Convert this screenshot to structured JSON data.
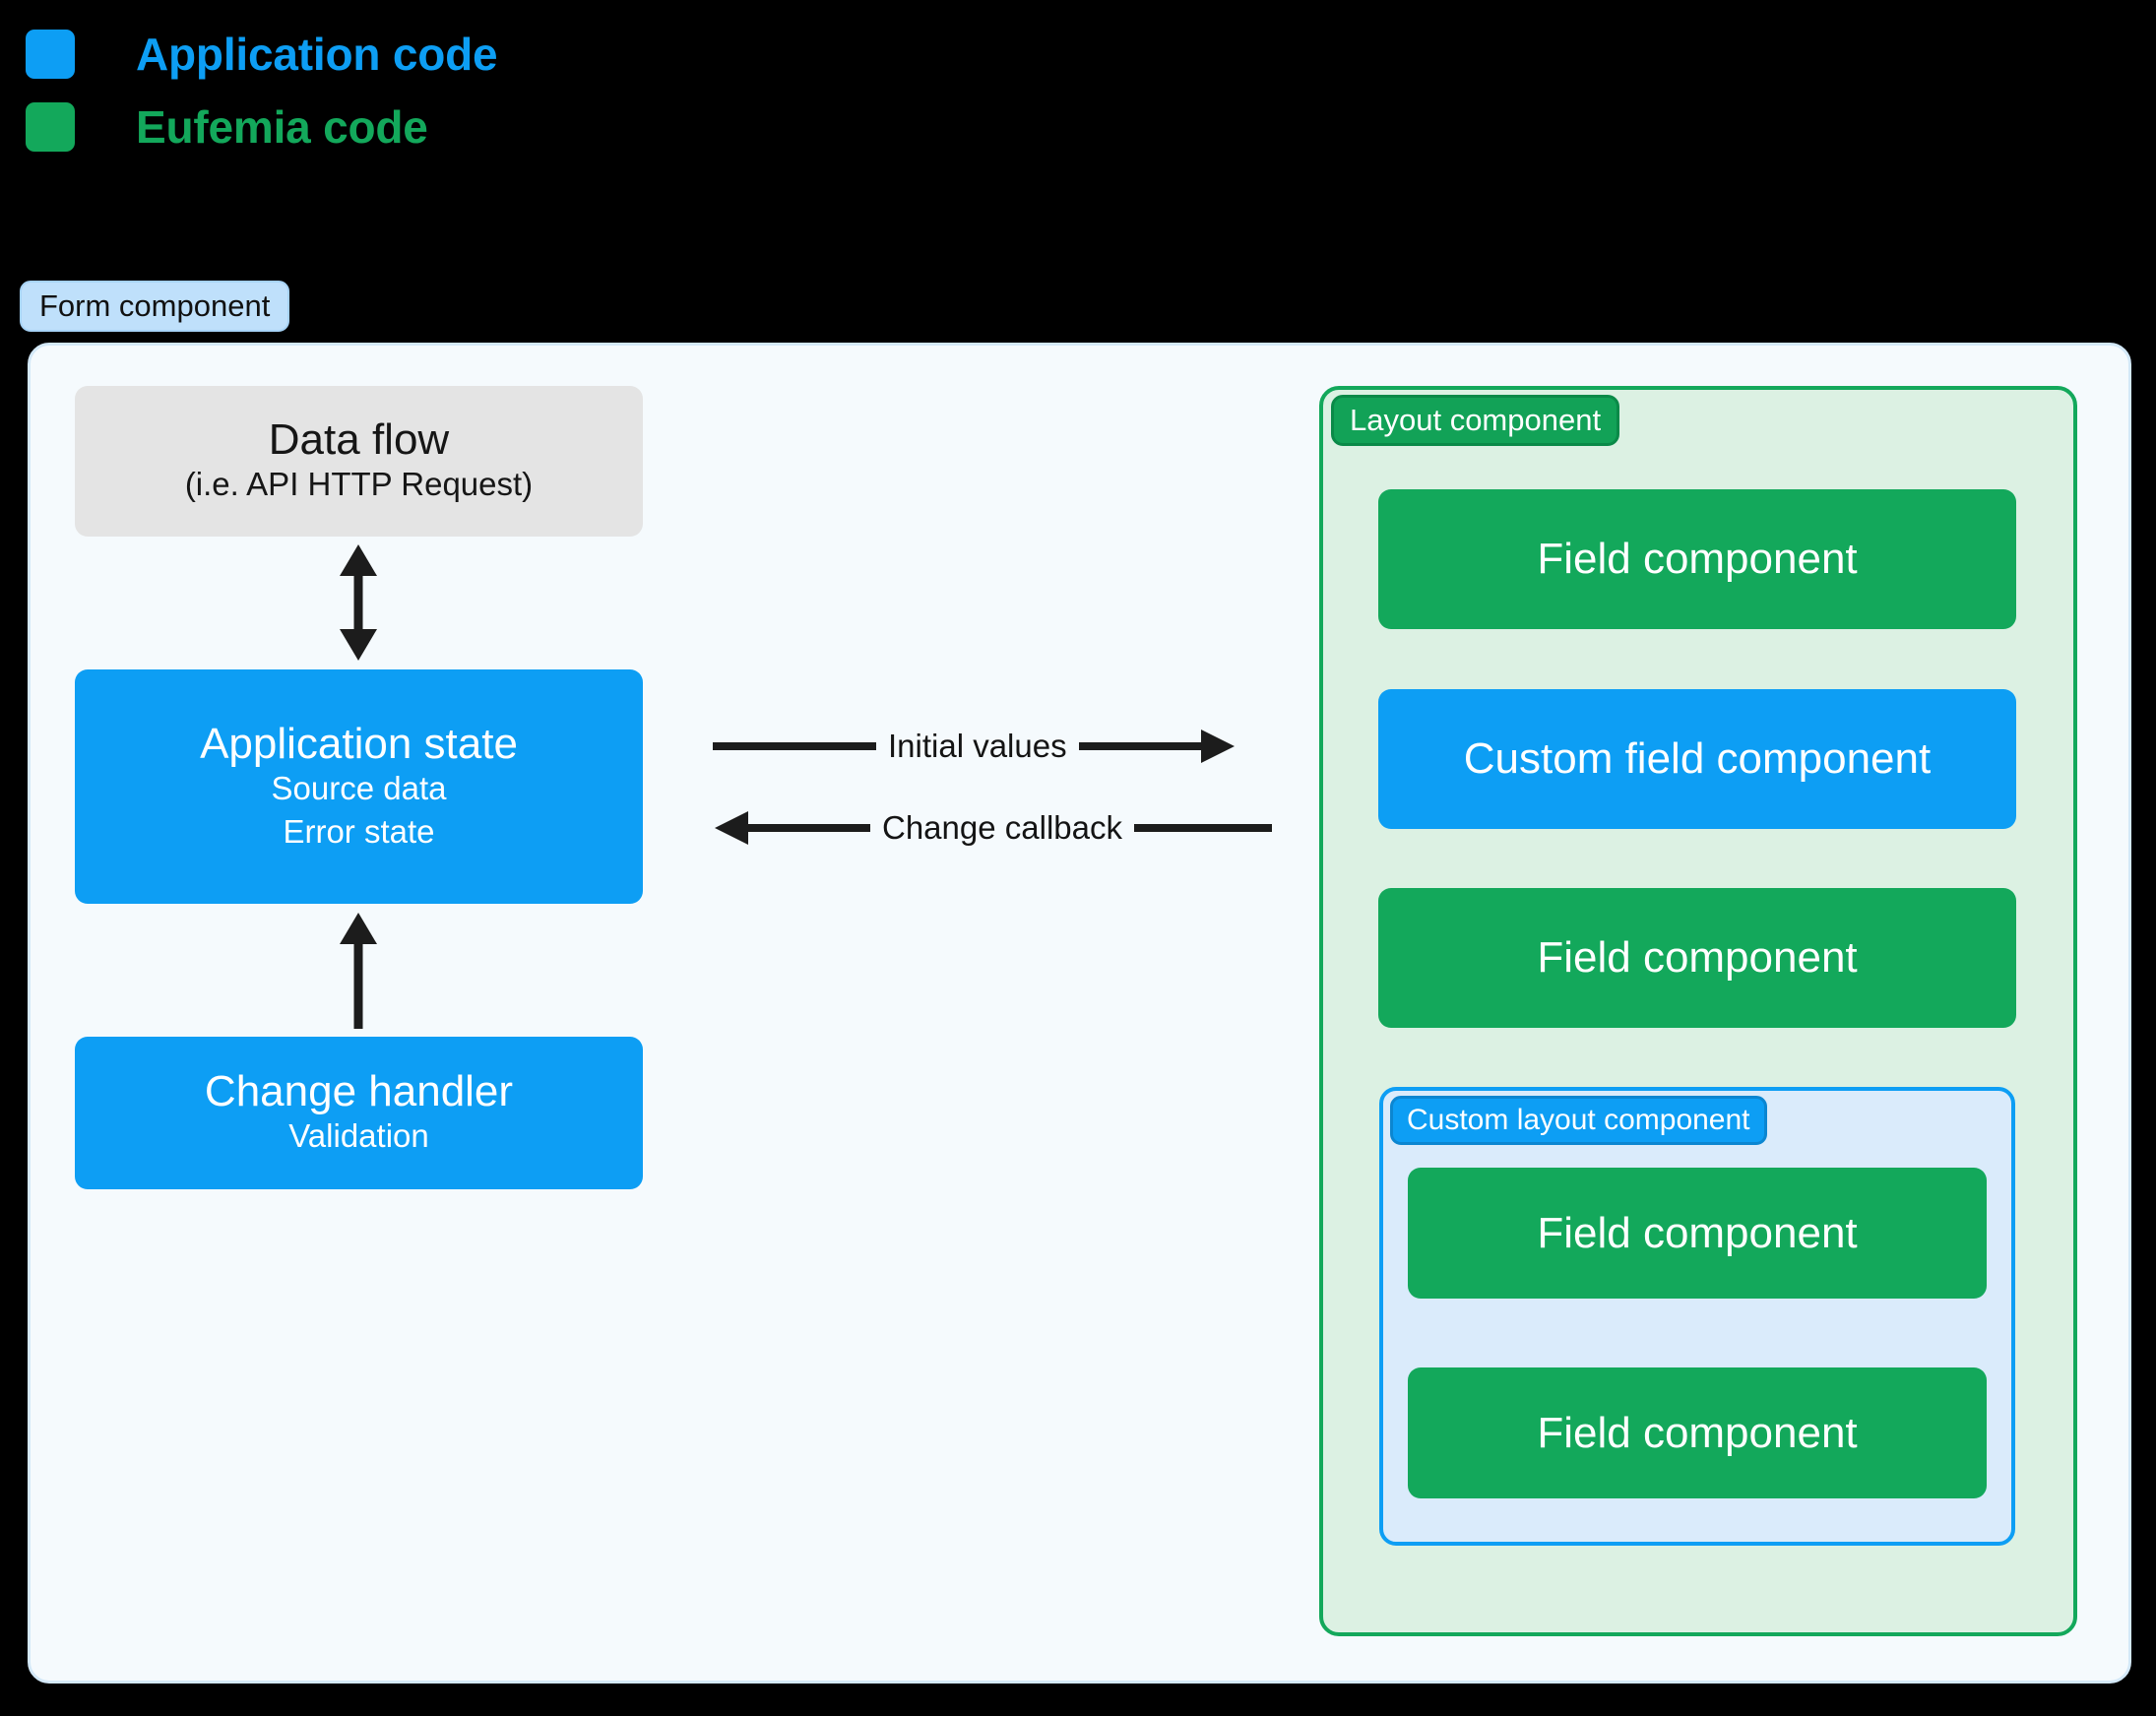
{
  "legend": {
    "items": [
      {
        "label": "Application code",
        "color": "#0d9ef4",
        "swatch_name": "application-code-swatch"
      },
      {
        "label": "Eufemia code",
        "color": "#13a85b",
        "swatch_name": "eufemia-code-swatch"
      }
    ]
  },
  "form": {
    "tag_label": "Form component",
    "tag_bg": "#bfe0fb",
    "panel_bg": "#f5fafd"
  },
  "left_column": {
    "data_flow": {
      "title": "Data flow",
      "subtitle": "(i.e. API HTTP Request)",
      "color": "#e4e4e4"
    },
    "application_state": {
      "title": "Application state",
      "line1": "Source data",
      "line2": "Error state",
      "color": "#0d9ef4"
    },
    "change_handler": {
      "title": "Change handler",
      "subtitle": "Validation",
      "color": "#0d9ef4"
    }
  },
  "connectors": {
    "data_flow_to_state": "double-headed-vertical-arrow",
    "change_handler_to_state": "up-arrow",
    "initial_values": "Initial values",
    "change_callback": "Change callback"
  },
  "layout_component": {
    "tag_label": "Layout component",
    "tag_bg": "#12a257",
    "panel_bg": "#dcf1e3",
    "panel_border": "#13a85b",
    "children": [
      {
        "label": "Field component",
        "kind": "eufemia",
        "color": "#13a85b"
      },
      {
        "label": "Custom field component",
        "kind": "application",
        "color": "#0d9ef4"
      },
      {
        "label": "Field component",
        "kind": "eufemia",
        "color": "#13a85b"
      }
    ],
    "custom_layout": {
      "tag_label": "Custom layout component",
      "tag_bg": "#0d9ef4",
      "panel_bg": "#daebfb",
      "panel_border": "#0d9ef4",
      "children": [
        {
          "label": "Field component",
          "kind": "eufemia",
          "color": "#13a85b"
        },
        {
          "label": "Field component",
          "kind": "eufemia",
          "color": "#13a85b"
        }
      ]
    }
  }
}
